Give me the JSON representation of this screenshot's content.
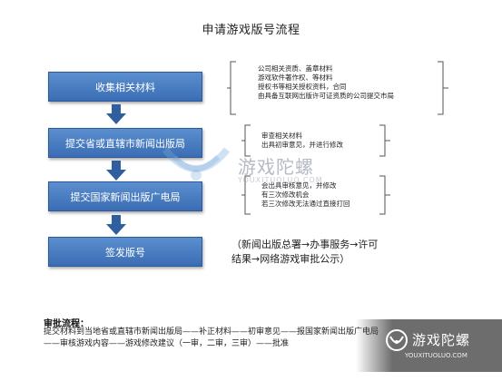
{
  "title": "申请游戏版号流程",
  "steps": [
    "收集相关材料",
    "提交省或直辖市新闻出版局",
    "提交国家新闻出版广电局",
    "签发版号"
  ],
  "notes": {
    "materials": [
      "公司相关资质、盖章材料",
      "游戏软件著作权、等材料",
      "授权书等相关授权资料，合同",
      "由具备互联网出版许可证资质的公司提交市局"
    ],
    "provincial": [
      "审查相关材料",
      "出具初审意见，并进行修改"
    ],
    "national": [
      "会出具审核意见，并修改",
      "有三次修改机会",
      "若三次修改无法通过直接打回"
    ]
  },
  "flow_text": [
    "（新闻出版总署→办事服务→许可",
    "结果→网络游戏审批公示）"
  ],
  "watermark": {
    "name": "游戏陀螺",
    "url": "YOUXITUOLUO.COM"
  },
  "review": {
    "heading": "审批流程：",
    "body": "提交材料到当地省或直辖市新闻出版局——补正材料——初审意见——报国家新闻出版广电局——审核游戏内容——游戏修改建议（一审，二审，三审）——批准"
  },
  "corner_watermark": {
    "name": "游戏陀螺",
    "url": "YOUXITUOLUO.COM"
  },
  "colors": {
    "step_fill": "#4a7fc4",
    "step_border": "#2e5a9a",
    "arrow": "#2f5f9e",
    "bracket": "#555555"
  }
}
